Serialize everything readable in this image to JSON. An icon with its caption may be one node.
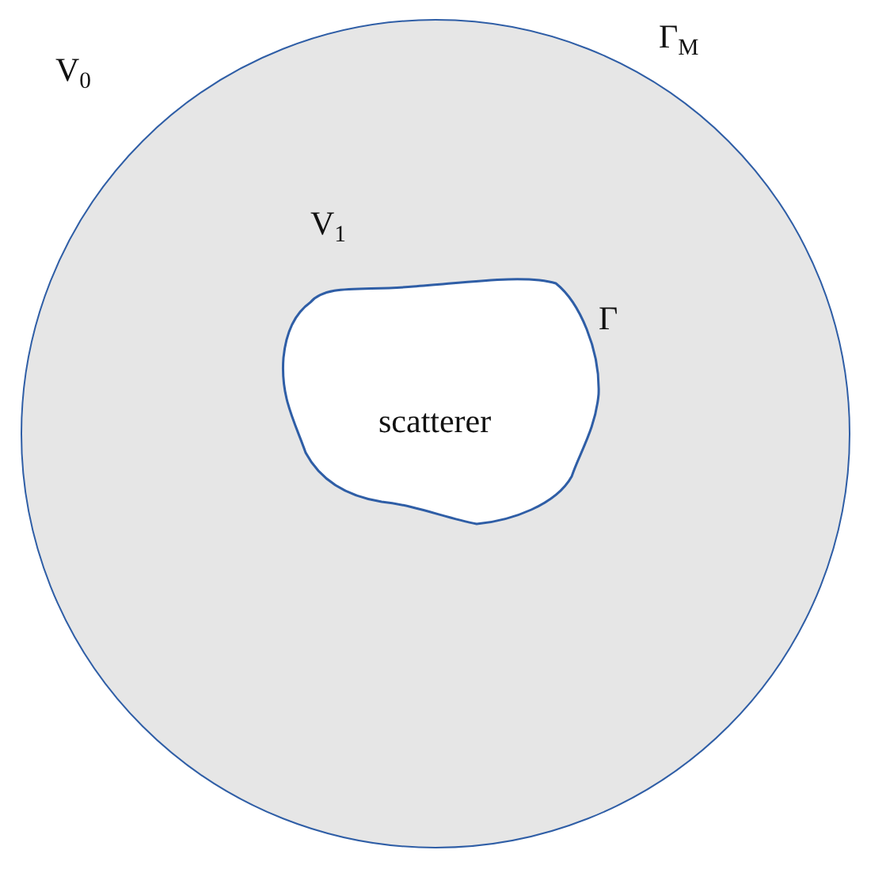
{
  "diagram": {
    "nodes": [
      {
        "text": [
          "V$_{1}$"
        ],
        "beside": [
          "Γ$_{M}$"
        ]
      },
      {
        "text": [
          "scatterer"
        ],
        "in": 0,
        "beside": [
          "Γ"
        ]
      }
    ],
    "labels": [
      "V$_{0}$"
    ]
  }
}
